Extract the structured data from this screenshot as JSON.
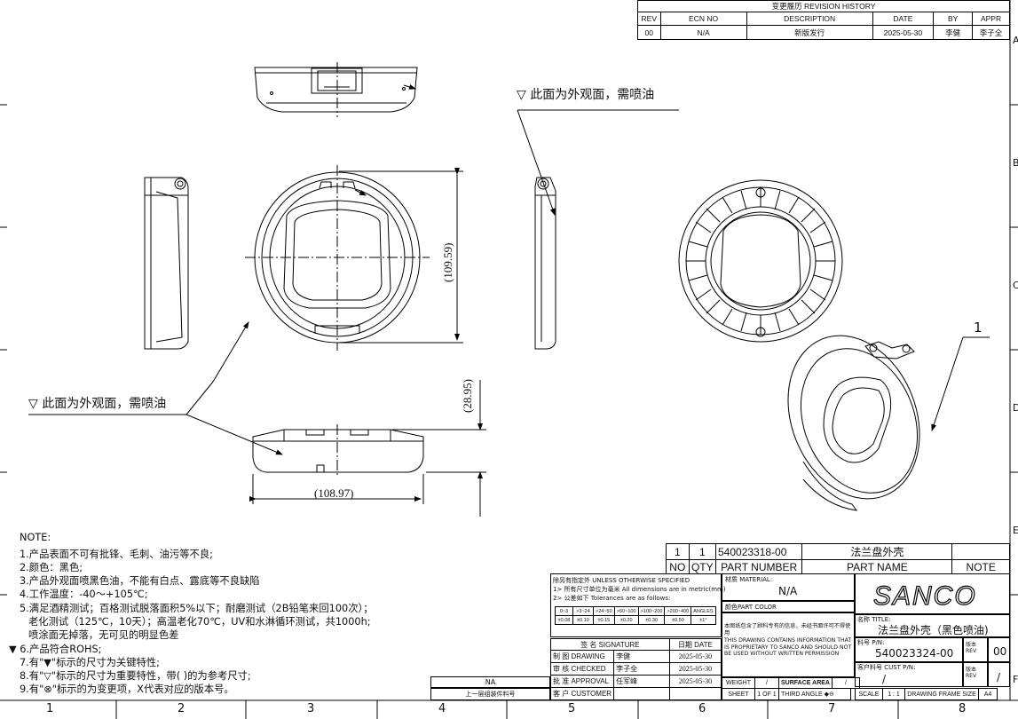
{
  "revision": {
    "title": "变更履历 REVISION HISTORY",
    "headers": [
      "REV",
      "ECN NO",
      "DESCRIPTION",
      "DATE",
      "BY",
      "APPR"
    ],
    "rows": [
      [
        "00",
        "N/A",
        "新版发行",
        "2025-05-30",
        "李健",
        "李子全"
      ]
    ]
  },
  "annotations": {
    "exterior_top": "此面为外观面，需喷油",
    "exterior_left": "此面为外观面，需喷油",
    "balloon": "1",
    "dim_height": "(109.59)",
    "dim_thickness": "(28.95)",
    "dim_width": "(108.97)"
  },
  "notes": {
    "heading": "NOTE:",
    "lines": [
      "1.产品表面不可有批锋、毛刺、油污等不良;",
      "2.颜色：黑色;",
      "3.产品外观面喷黑色油，不能有白点、露底等不良缺陷",
      "4.工作温度：-40～+105℃;",
      "5.满足酒精测试；百格测试脱落面积5%以下；耐磨测试（2B铅笔来回100次）；",
      "老化测试（125℃，10天）；高温老化70℃，UV和水淋循环测试，共1000h;",
      "喷涂面无掉落，无可见的明显色差",
      "6.产品符合ROHS;",
      "7.有\"▼\"标示的尺寸为关键特性;",
      "8.有\"▽\"标示的尺寸为重要特性，带( )的为参考尺寸;",
      "9.有\"⊗\"标示的为变更项，X代表对应的版本号。"
    ]
  },
  "bom": {
    "row": [
      "1",
      "1",
      "540023318-00",
      "法兰盘外壳",
      ""
    ],
    "headers": [
      "NO",
      "QTY",
      "PART NUMBER",
      "PART NAME",
      "NOTE"
    ]
  },
  "upper_assy": {
    "value": "NA",
    "label": "上一层组装件料号"
  },
  "tolerance": {
    "line1": "除另有指定外 UNLESS OTHERWISE SPECIFIED",
    "line2": "1> 所有尺寸单位为毫米 All dimensions are in metric(mm)",
    "line3": "2> 公差如下 Tolerances are as follows:",
    "ranges": [
      "0~3",
      ">3~24",
      ">24~50",
      ">50~100",
      ">100~200",
      ">200~400",
      "ANGLES"
    ],
    "values": [
      "±0.08",
      "±0.10",
      "±0.15",
      "±0.20",
      "±0.30",
      "±0.50",
      "±1°"
    ]
  },
  "signature": {
    "header_sig": "签 名 SIGNATURE",
    "header_date": "日期 DATE",
    "rows": [
      {
        "role": "制 图  DRAWING",
        "name": "李健",
        "date": "2025-05-30"
      },
      {
        "role": "审 核  CHECKED",
        "name": "李子全",
        "date": "2025-05-30"
      },
      {
        "role": "批 准  APPROVAL",
        "name": "任军峰",
        "date": "2025-05-30"
      },
      {
        "role": "客 户  CUSTOMER",
        "name": "",
        "date": ""
      }
    ]
  },
  "material": {
    "label": "材质 MATERIAL:",
    "value": "N/A",
    "color_label": "颜色PART COLOR"
  },
  "proprietary": {
    "cn": "本图纸包含了顾科专有的信息，未经书面许可不得使用",
    "en": "THIS DRAWING CONTAINS INFORMATION THAT IS PROPRIETARY TO SANCO AND SHOULD NOT BE USED WITHOUT WRITTEN PERMISSION"
  },
  "logo": "SANCO",
  "title_block": {
    "name_label": "名称 TITLE:",
    "name": "法兰盘外壳（黑色喷油)",
    "pn_label": "料号 P/N:",
    "pn": "540023324-00",
    "rev_label": "版本 REV",
    "rev": "00",
    "cust_label": "客户料号 CUST P/N:",
    "cust_pn": "/",
    "cust_rev": "/",
    "weight_label": "WEIGHT",
    "weight": "/",
    "surface_label": "SURFACE AREA",
    "surface": "/",
    "sheet_label": "SHEET",
    "sheet": "1 OF 1",
    "projection": "THIRD ANGLE",
    "scale_label": "SCALE",
    "scale": "1 : 1",
    "frame_label": "DRAWING FRAME SIZE",
    "frame": "A4"
  },
  "zones_bottom": [
    "1",
    "2",
    "3",
    "4",
    "5",
    "6",
    "7",
    "8"
  ],
  "zones_right": [
    "A",
    "B",
    "C",
    "D",
    "E",
    "F"
  ]
}
